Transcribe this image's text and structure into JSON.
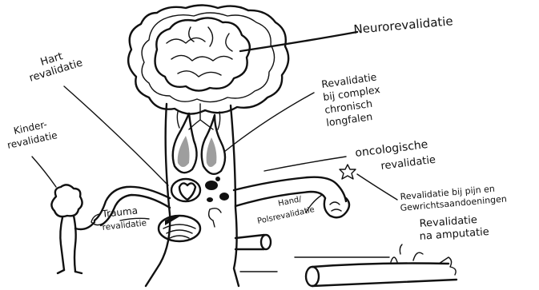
{
  "labels": {
    "neuro": "Neurorevalidatie",
    "hart_1": "Hart",
    "hart_2": "revalidatie",
    "kinder_1": "Kinder-",
    "kinder_2": "revalidatie",
    "longfalen_1": "Revalidatie",
    "longfalen_2": "bij complex",
    "longfalen_3": "chronisch",
    "longfalen_4": "longfalen",
    "onco_1": "oncologische",
    "onco_2": "revalidatie",
    "pijn_1": "Revalidatie bij pijn en",
    "pijn_2": "Gewrichtsaandoeningen",
    "hand_1": "Hand/",
    "hand_2": "Polsrevalidatie",
    "trauma_1": "Trauma",
    "trauma_2": "revalidatie",
    "amputatie_1": "Revalidatie",
    "amputatie_2": "na amputatie"
  },
  "colors": {
    "ink": "#111111",
    "canopy_shade": "#9a9a9a",
    "brain_fill": "#d8d8d8",
    "lung_shade": "#9e9e9e"
  }
}
